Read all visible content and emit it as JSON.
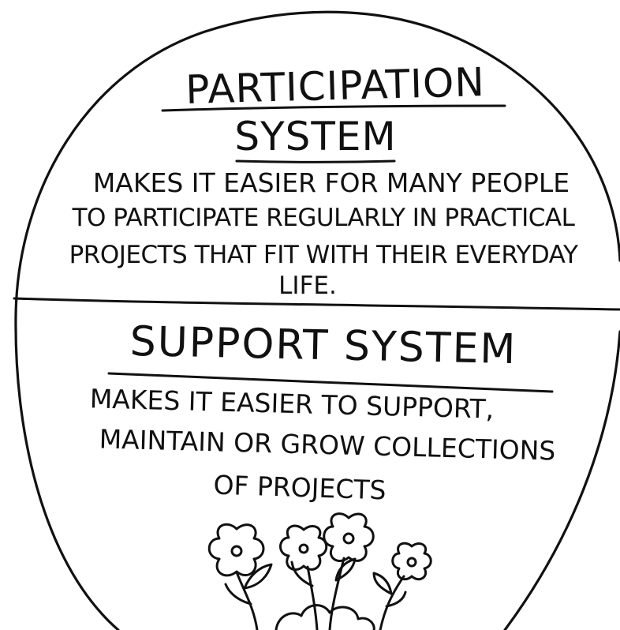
{
  "participation": {
    "title_line1": "PARTICIPATION",
    "title_line2": "SYSTEM",
    "body_lines": [
      "MAKES IT EASIER FOR MANY PEOPLE",
      "TO PARTICIPATE REGULARLY IN PRACTICAL",
      "PROJECTS THAT FIT WITH THEIR EVERYDAY",
      "LIFE."
    ]
  },
  "support": {
    "title": "SUPPORT SYSTEM",
    "body_lines": [
      "MAKES IT EASIER TO SUPPORT,",
      "MAINTAIN OR GROW COLLECTIONS",
      "OF PROJECTS"
    ]
  },
  "icons": [
    "flower-icon",
    "flower-icon",
    "flower-icon",
    "flower-icon",
    "bush-icon"
  ],
  "colors": {
    "ink": "#111111",
    "paper": "#ffffff"
  }
}
